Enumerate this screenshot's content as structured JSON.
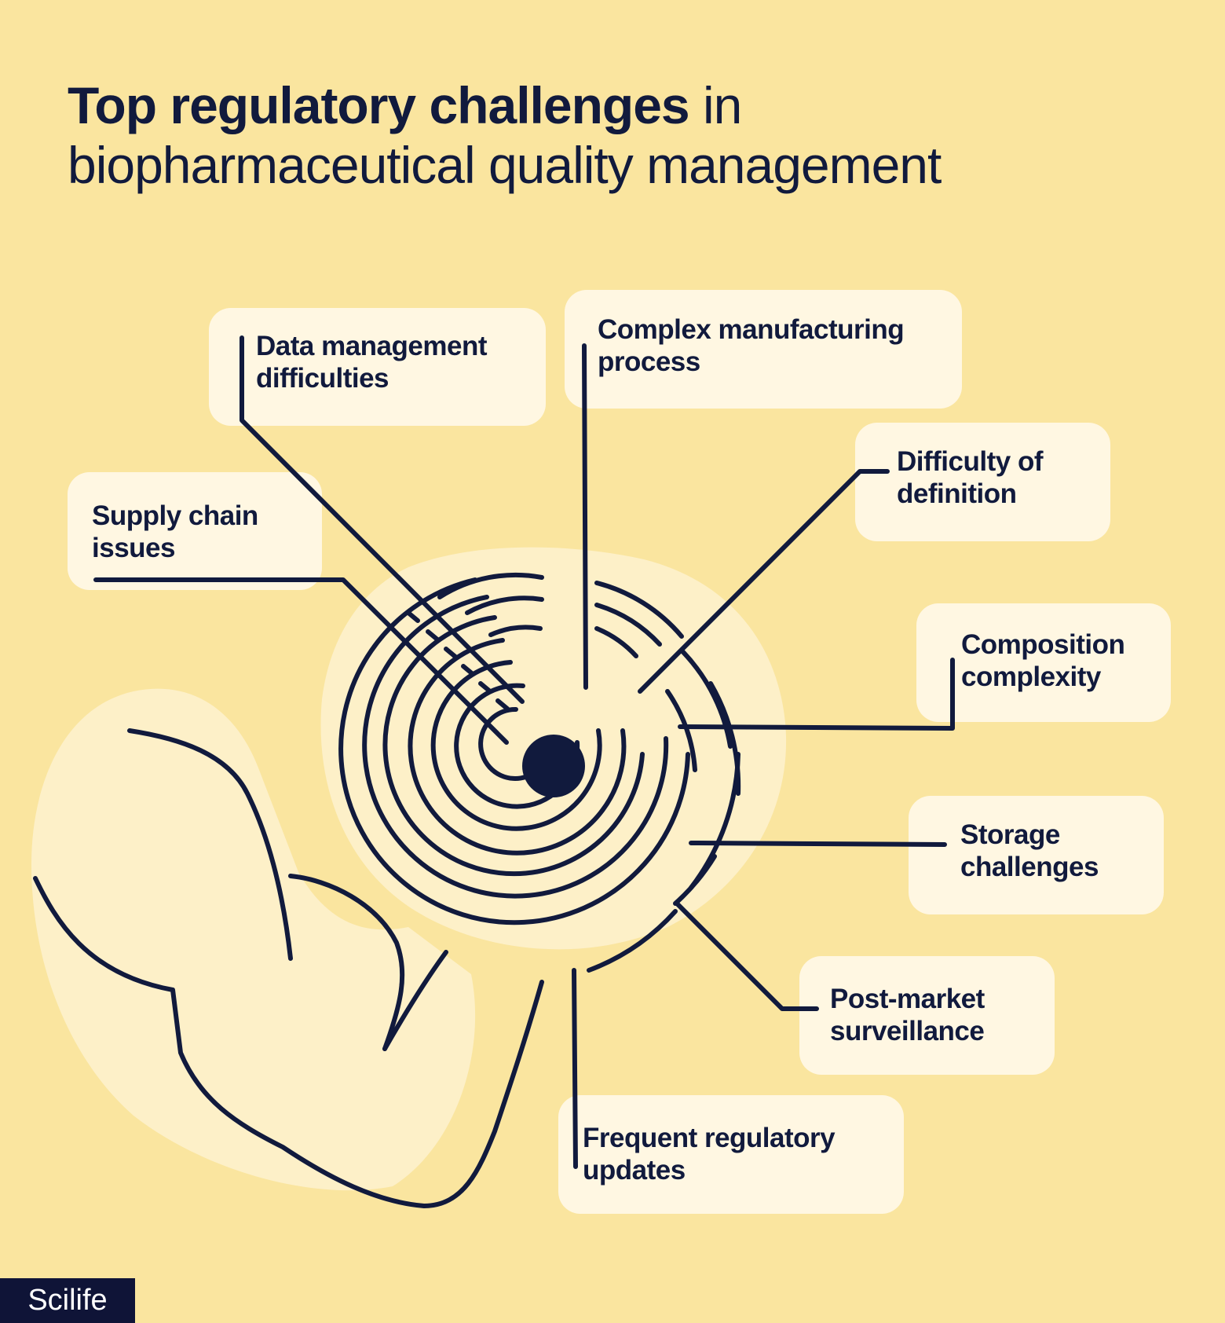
{
  "title": {
    "bold": "Top regulatory challenges",
    "rest": " in",
    "line2": "biopharmaceutical quality management"
  },
  "labels": {
    "data_management": "Data management\ndifficulties",
    "complex_manufacturing": "Complex manufacturing\nprocess",
    "difficulty_definition": "Difficulty of\ndefinition",
    "supply_chain": "Supply chain\nissues",
    "composition": "Composition\ncomplexity",
    "storage": "Storage\nchallenges",
    "post_market": "Post-market\nsurveillance",
    "frequent_updates": "Frequent regulatory\nupdates"
  },
  "logo": "Scilife",
  "colors": {
    "background": "#fae59f",
    "card": "#fff7e2",
    "ink": "#111a3d",
    "highlight": "#fdf0c8"
  }
}
